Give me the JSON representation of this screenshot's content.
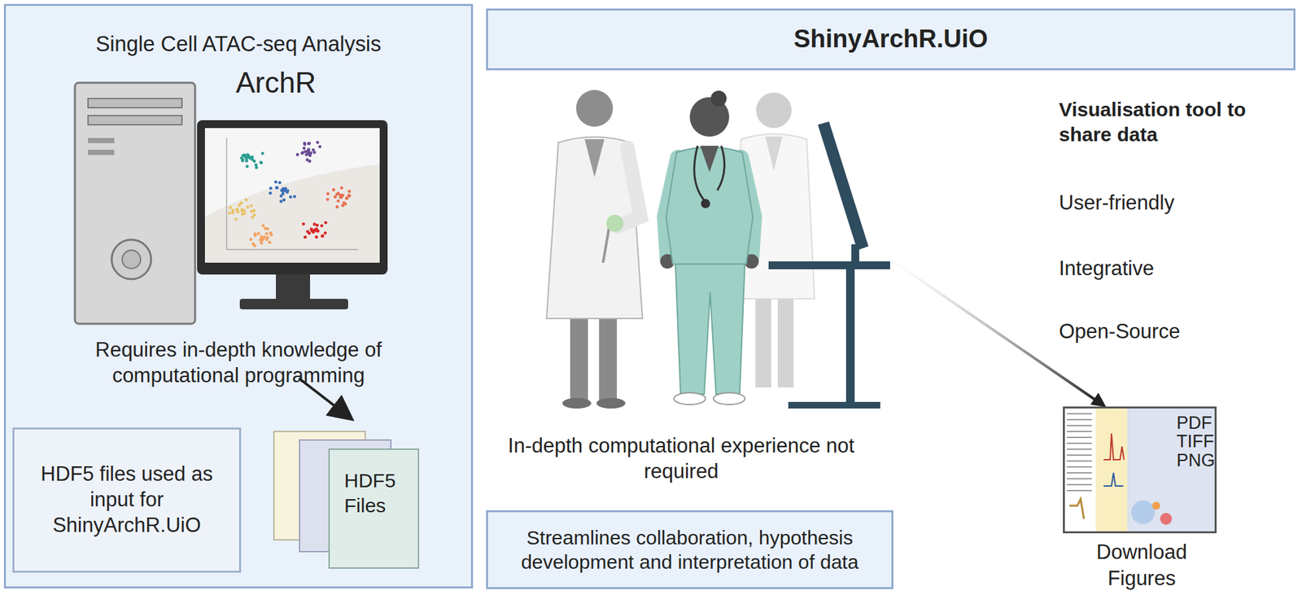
{
  "diagram": {
    "nodes": [
      {
        "text": [
          "Single Cell ATAC-seq Analysis",
          "Requires in-depth knowledge of computational programming"
        ]
      },
      {
        "text": [
          "HDF5 files used as input for ShinyArchR.UiO"
        ],
        "in": 0
      },
      {
        "text": [
          "HDF5 Files"
        ],
        "in": 0
      },
      {
        "text": [
          "ShinyArchR.UiO"
        ]
      },
      {
        "text": [
          "Streamlines collaboration, hypothesis development and interpretation of data"
        ]
      },
      {
        "text": [
          "PDF TIFF PNG",
          "Download Figures"
        ]
      }
    ],
    "labels": [
      "ArchR",
      "In-depth computational experience not required",
      "Visualisation tool to share data",
      "User-friendly",
      "Integrative",
      "Open-Source"
    ]
  }
}
